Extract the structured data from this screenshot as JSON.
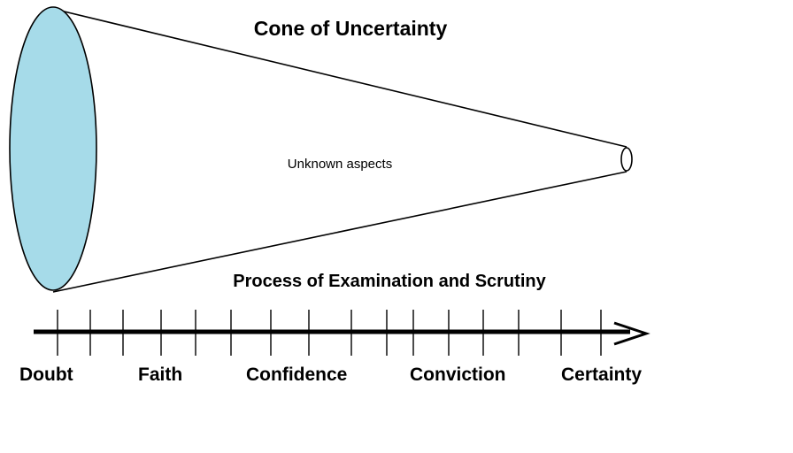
{
  "diagram": {
    "title": "Cone of Uncertainty",
    "inner_label": "Unknown aspects",
    "process_label": "Process of Examination  and Scrutiny",
    "stages": [
      "Doubt",
      "Faith",
      "Confidence",
      "Conviction",
      "Certainty"
    ],
    "colors": {
      "cone_base": "#a6dbe9",
      "line": "#000000",
      "background": "#ffffff"
    },
    "icons": {
      "axis_end": "arrow-head-icon"
    }
  }
}
